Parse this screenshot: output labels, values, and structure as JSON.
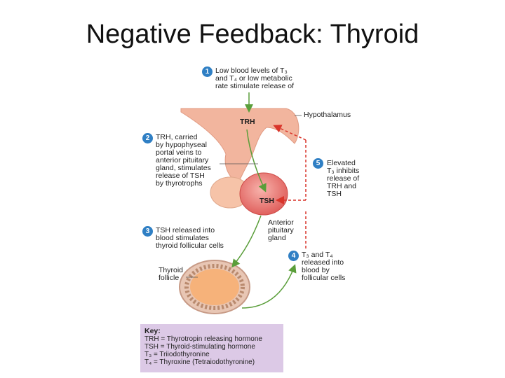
{
  "slide": {
    "title": "Negative Feedback:  Thyroid"
  },
  "diagram": {
    "steps": [
      {
        "num": "1",
        "text": "Low blood levels of T₃\nand T₄ or low metabolic\nrate stimulate release of"
      },
      {
        "num": "2",
        "text": "TRH, carried\nby hypophyseal\nportal veins to\nanterior pituitary\ngland, stimulates\nrelease of TSH\nby thyrotrophs"
      },
      {
        "num": "3",
        "text": "TSH released into\nblood stimulates\nthyroid follicular cells"
      },
      {
        "num": "4",
        "text": "T₃ and T₄\nreleased into\nblood by\nfollicular cells"
      },
      {
        "num": "5",
        "text": "Elevated\nT₃ inhibits\nrelease of\nTRH and\nTSH"
      }
    ],
    "structure_labels": {
      "hypothalamus": "Hypothalamus",
      "trh": "TRH",
      "tsh": "TSH",
      "anterior_pituitary": "Anterior\npituitary\ngland",
      "thyroid_follicle": "Thyroid\nfollicle"
    },
    "key": {
      "title": "Key:",
      "lines": [
        "TRH = Thyrotropin releasing hormone",
        "TSH = Thyroid-stimulating hormone",
        "T₃ = Triiodothyronine",
        "T₄ = Thyroxine (Tetraiodothyronine)"
      ]
    },
    "colors": {
      "hypothalamus": "#f2b59e",
      "pituitary": "#e87a77",
      "follicle_ring": "#e8c6b4",
      "follicle_center": "#f6b27a",
      "arrow_stimulate": "#5a9e3a",
      "arrow_inhibit": "#d9352b",
      "badge": "#2f7fc4",
      "key_bg": "#dcc9e6"
    }
  }
}
